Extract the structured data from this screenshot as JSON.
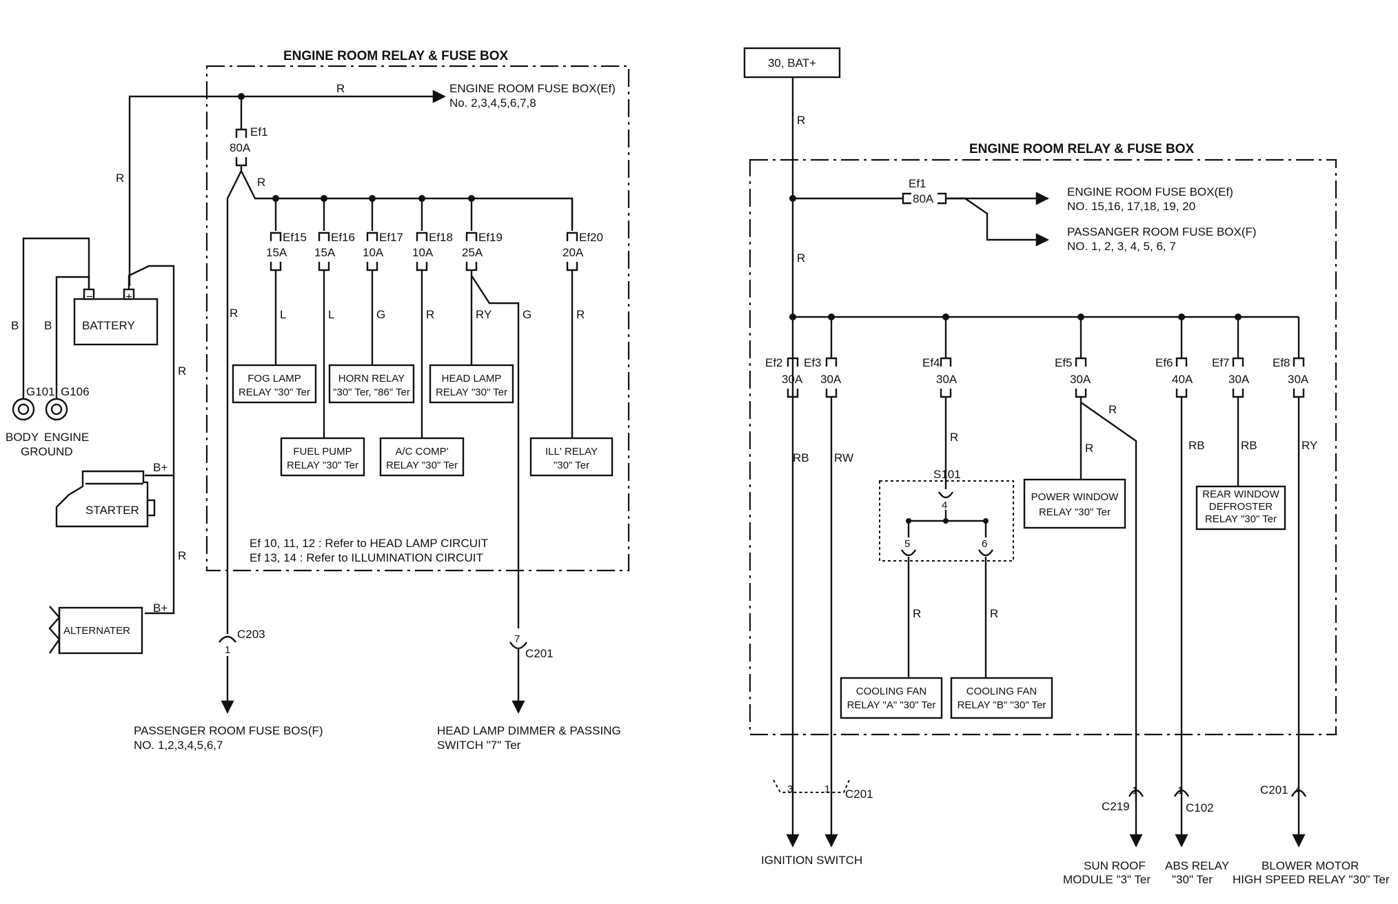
{
  "left": {
    "title": "ENGINE ROOM RELAY & FUSE BOX",
    "fuse_box_ef_line1": "ENGINE ROOM FUSE BOX(Ef)",
    "fuse_box_ef_line2": "No. 2,3,4,5,6,7,8",
    "main_fuse": {
      "name": "Ef1",
      "rating": "80A"
    },
    "fuses": [
      {
        "name": "Ef15",
        "rating": "15A",
        "wire": "L"
      },
      {
        "name": "Ef16",
        "rating": "15A",
        "wire": "L"
      },
      {
        "name": "Ef17",
        "rating": "10A",
        "wire": "G"
      },
      {
        "name": "Ef18",
        "rating": "10A",
        "wire": "R"
      },
      {
        "name": "Ef19",
        "rating": "25A",
        "wire": "RY"
      },
      {
        "name": "Ef20",
        "rating": "20A",
        "wire": "R"
      }
    ],
    "ef19_branch_wire": "G",
    "relays": [
      {
        "line1": "FOG LAMP",
        "line2": "RELAY \"30\" Ter"
      },
      {
        "line1": "HORN RELAY",
        "line2": "\"30\" Ter, \"86\" Ter"
      },
      {
        "line1": "HEAD LAMP",
        "line2": "RELAY \"30\" Ter"
      },
      {
        "line1": "FUEL PUMP",
        "line2": "RELAY \"30\" Ter"
      },
      {
        "line1": "A/C COMP'",
        "line2": "RELAY \"30\" Ter"
      },
      {
        "line1": "ILL' RELAY",
        "line2": "\"30\" Ter"
      }
    ],
    "note1": "Ef 10, 11, 12 : Refer to HEAD LAMP CIRCUIT",
    "note2": "Ef 13, 14 : Refer to ILLUMINATION CIRCUIT",
    "battery": "BATTERY",
    "battery_neg": "−",
    "battery_pos": "+",
    "starter": "STARTER",
    "alternator": "ALTERNATER",
    "b_plus": "B+",
    "wire_r": "R",
    "wire_b": "B",
    "g101": "G101",
    "g106": "G106",
    "body_ground_1": "BODY",
    "body_ground_2": "GROUND",
    "engine_ground": "ENGINE",
    "c203": "C203",
    "c203_pin": "1",
    "c201": "C201",
    "c201_pin": "7",
    "dest1_line1": "PASSENGER ROOM FUSE BOS(F)",
    "dest1_line2": "NO. 1,2,3,4,5,6,7",
    "dest2_line1": "HEAD LAMP DIMMER & PASSING",
    "dest2_line2": "SWITCH \"7\" Ter"
  },
  "right": {
    "title": "ENGINE ROOM RELAY & FUSE BOX",
    "bat": "30, BAT+",
    "wire_r": "R",
    "main_fuse": {
      "name": "Ef1",
      "rating": "80A"
    },
    "out1_line1": "ENGINE ROOM FUSE BOX(Ef)",
    "out1_line2": "NO. 15,16, 17,18, 19, 20",
    "out2_line1": "PASSANGER ROOM FUSE BOX(F)",
    "out2_line2": "NO. 1, 2, 3, 4, 5, 6, 7",
    "fuses": [
      {
        "name": "Ef2",
        "rating": "30A",
        "wire": "RB"
      },
      {
        "name": "Ef3",
        "rating": "30A",
        "wire": "RW"
      },
      {
        "name": "Ef4",
        "rating": "30A",
        "wire": "R"
      },
      {
        "name": "Ef5",
        "rating": "30A",
        "wire": "R"
      },
      {
        "name": "Ef6",
        "rating": "40A",
        "wire": "RB"
      },
      {
        "name": "Ef7",
        "rating": "30A",
        "wire": "RB"
      },
      {
        "name": "Ef8",
        "rating": "30A",
        "wire": "RY"
      }
    ],
    "ef5_branch_wire": "R",
    "s101": "S101",
    "s101_pins": [
      "4",
      "5",
      "6"
    ],
    "relays": [
      {
        "line1": "POWER WINDOW",
        "line2": "RELAY \"30\" Ter"
      },
      {
        "line1": "REAR WINDOW",
        "line2": "DEFROSTER",
        "line3": "RELAY \"30\" Ter"
      },
      {
        "line1": "COOLING FAN",
        "line2": "RELAY \"A\" \"30\" Ter"
      },
      {
        "line1": "COOLING FAN",
        "line2": "RELAY \"B\" \"30\" Ter"
      }
    ],
    "connectors": {
      "c201_a": "C201",
      "c201_a_pins": [
        "3",
        "1"
      ],
      "c219": "C219",
      "c219_pin": "1",
      "c102": "C102",
      "c102_pin": "1",
      "c201_b": "C201",
      "c201_b_pin": "4"
    },
    "dest_ign": "IGNITION SWITCH",
    "dest_sunroof_1": "SUN ROOF",
    "dest_sunroof_2": "MODULE \"3\" Ter",
    "dest_abs_1": "ABS RELAY",
    "dest_abs_2": "\"30\" Ter",
    "dest_blower_1": "BLOWER MOTOR",
    "dest_blower_2": "HIGH SPEED RELAY \"30\" Ter"
  }
}
